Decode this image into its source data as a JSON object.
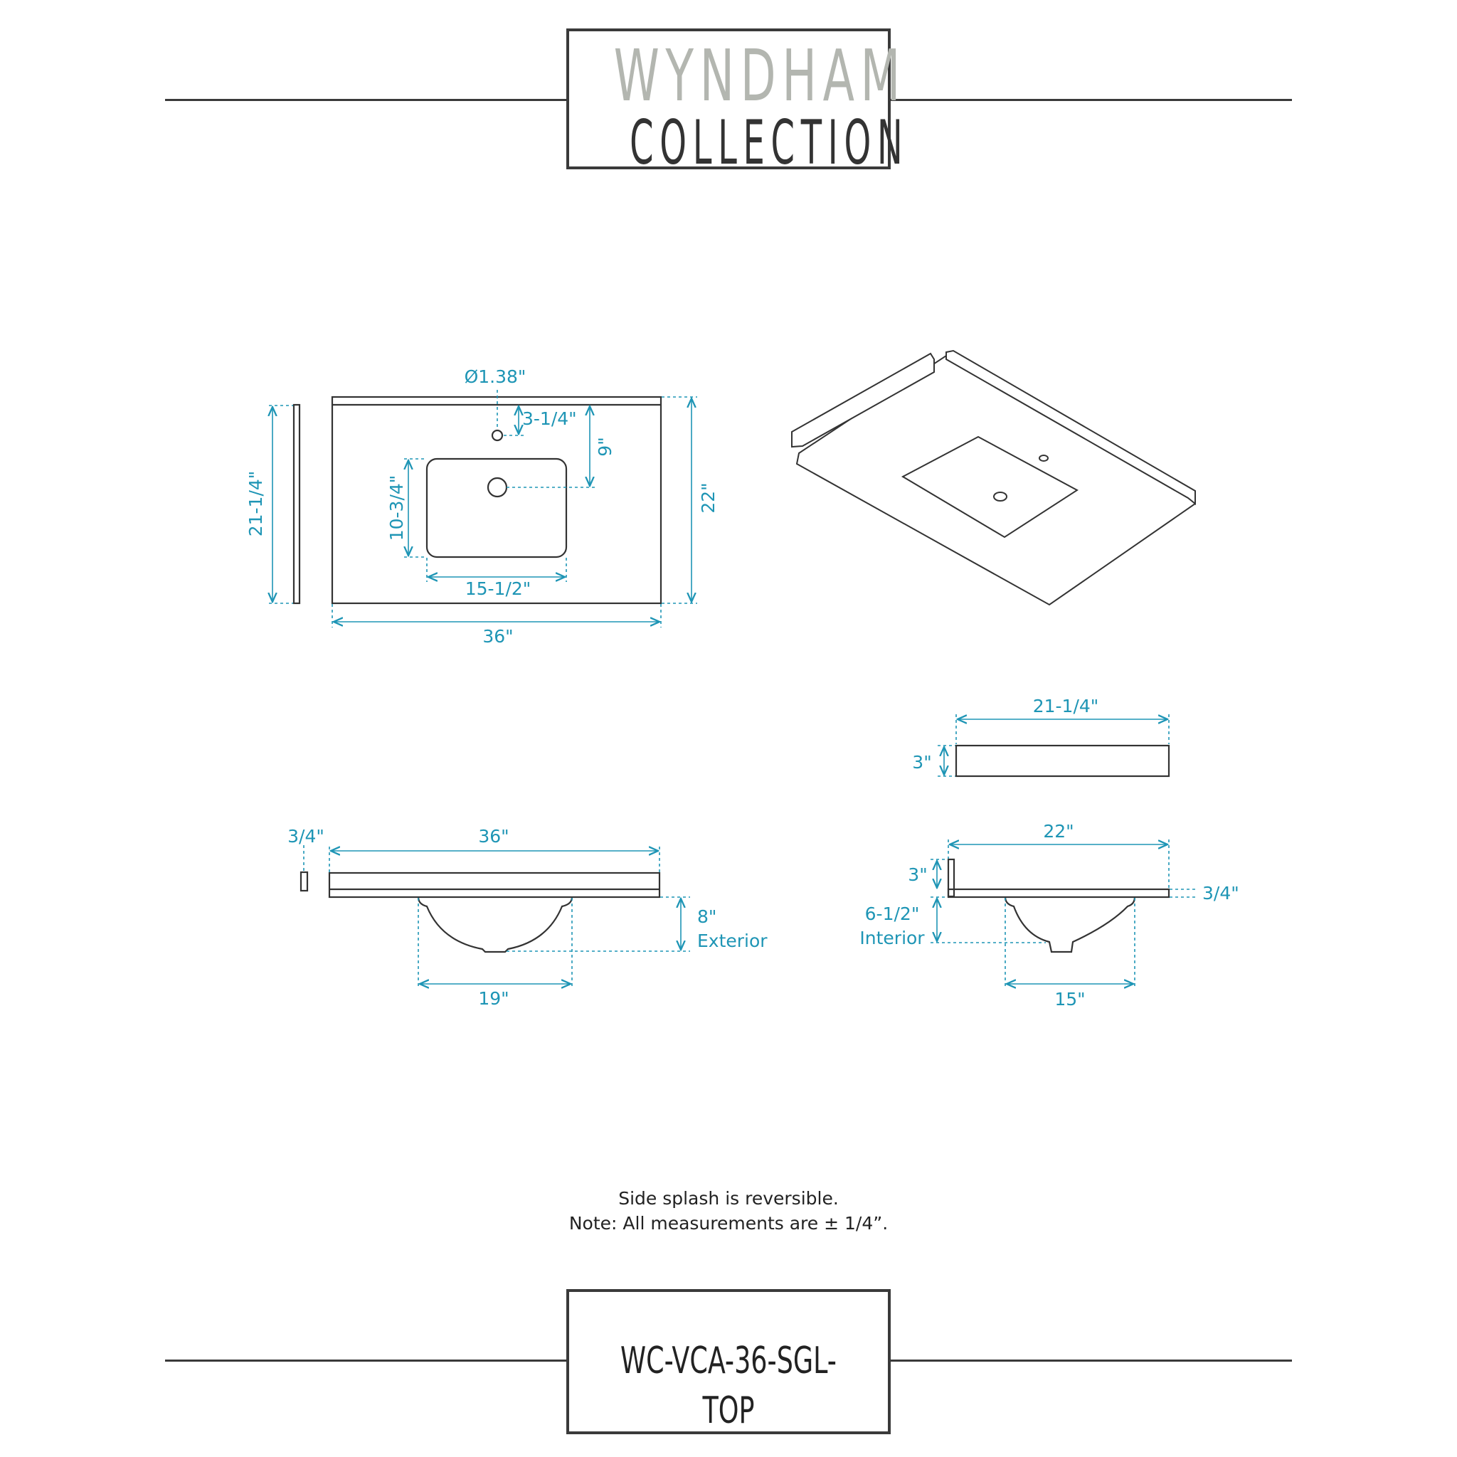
{
  "header": {
    "brand_line1": "WYNDHAM",
    "brand_line2": "COLLECTION"
  },
  "dimensions": {
    "top_view": {
      "hole_diameter": "Ø1.38\"",
      "hole_setback": "3-1/4\"",
      "hole_to_drain": "9\"",
      "sink_depth": "10-3/4\"",
      "sink_width": "15-1/2\"",
      "overall_depth": "22\"",
      "overall_width": "36\"",
      "side_splash_length": "21-1/4\""
    },
    "front_view": {
      "thickness": "3/4\"",
      "width": "36\"",
      "exterior_height": "8\"",
      "exterior_label": "Exterior",
      "basin_width": "19\""
    },
    "side_splash_view": {
      "length": "21-1/4\"",
      "height": "3\""
    },
    "side_view": {
      "depth": "22\"",
      "backsplash_height": "3\"",
      "thickness": "3/4\"",
      "interior_depth": "6-1/2\"",
      "interior_label": "Interior",
      "basin_width": "15\""
    }
  },
  "notes": {
    "line1": "Side splash is reversible.",
    "line2": "Note: All measurements are ± 1/4”."
  },
  "footer": {
    "model_number": "WC-VCA-36-SGL-TOP"
  },
  "colors": {
    "dimension": "#1e95b5",
    "outline": "#3a3a3a",
    "logo_light": "#b3b6b0"
  }
}
